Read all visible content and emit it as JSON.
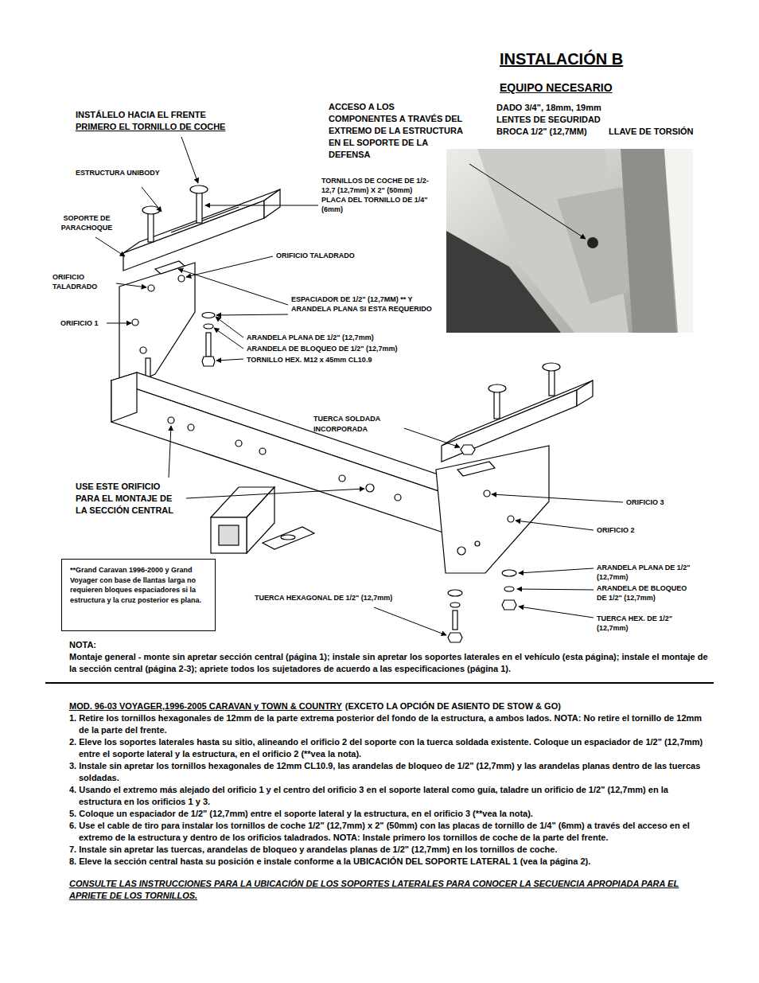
{
  "diagram": {
    "title": "INSTALACIÓN B",
    "nodes": [
      {
        "text": [
          "**Grand Caravan 1996-2000 y Grand Voyager con base de llantas larga no requieren bloques espaciadores si la estructura y la cruz posterior es plana."
        ]
      }
    ],
    "labels": [
      "EQUIPO NECESARIO",
      "DADO 3/4\", 18mm, 19mm",
      "LENTES DE SEGURIDAD",
      "BROCA 1/2\" (12,7MM)",
      "LLAVE DE TORSIÓN",
      "INSTÁLELO HACIA EL FRENTE",
      "PRIMERO EL TORNILLO DE COCHE",
      "ESTRUCTURA UNIBODY",
      "SOPORTE DE PARACHOQUE",
      "ORIFICIO TALADRADO",
      "ORIFICIO 1",
      "ACCESO A LOS COMPONENTES A TRAVÉS DEL EXTREMO DE LA ESTRUCTURA EN EL SOPORTE DE LA DEFENSA",
      "TORNILLOS DE COCHE DE 1/2-12,7 (12,7mm) X 2\" (50mm) PLACA DEL TORNILLO DE 1/4\" (6mm)",
      "ORIFICIO TALADRADO",
      "ESPACIADOR DE 1/2\" (12,7MM) ** Y ARANDELA PLANA SI ESTA REQUERIDO",
      "ARANDELA PLANA DE 1/2\" (12,7mm)",
      "ARANDELA DE BLOQUEO DE 1/2\" (12,7mm)",
      "TORNILLO HEX. M12 x 45mm CL10.9",
      "TUERCA SOLDADA INCORPORADA",
      "USE ESTE ORIFICIO PARA EL MONTAJE DE LA SECCIÓN CENTRAL",
      "ORIFICIO 3",
      "ORIFICIO 2",
      "ARANDELA PLANA DE 1/2\" (12,7mm)",
      "ARANDELA DE BLOQUEO DE 1/2\" (12,7mm)",
      "TUERCA HEX. DE 1/2\" (12,7mm)",
      "TUERCA HEXAGONAL DE 1/2\" (12,7mm)",
      "NOTA:",
      "Montaje general - monte sin apretar sección central (página 1); instale sin apretar los soportes laterales en el vehículo (esta página); instale el montaje de la sección central (página 2-3); apriete todos los sujetadores de acuerdo a las especificaciones (página 1).",
      "MOD. 96-03 VOYAGER,1996-2005 CARAVAN y TOWN & COUNTRY",
      "(EXCETO LA OPCIÓN DE ASIENTO DE STOW & GO)",
      "1. Retire los tornillos hexagonales de 12mm de la parte extrema posterior del fondo de la estructura, a ambos lados. NOTA: No retire el tornillo de 12mm de la parte del frente.",
      "2. Eleve los soportes laterales hasta su sitio, alineando el orificio 2 del soporte con la tuerca soldada existente. Coloque un espaciador de 1/2\" (12,7mm) entre el soporte lateral y la estructura, en el orificio 2 (**vea la nota).",
      "3. Instale sin apretar los tornillos hexagonales de 12mm CL10.9, las arandelas de bloqueo de 1/2\" (12,7mm) y las arandelas planas dentro de las tuercas soldadas.",
      "4. Usando el extremo más alejado del orificio 1 y el centro del orificio 3 en el soporte lateral como guía, taladre un orificio de 1/2\" (12,7mm) en la estructura en los orificios 1 y 3.",
      "5. Coloque un espaciador de 1/2\" (12,7mm) entre el soporte lateral y la estructura, en el orificio 3 (**vea la nota).",
      "6. Use el cable de tiro para instalar los tornillos de coche 1/2\" (12,7mm) x 2\" (50mm) con las placas de tornillo de 1/4\" (6mm) a través del acceso en el extremo de la estructura y dentro de los orificios taladrados. NOTA: Instale primero los tornillos de coche de la parte del frente.",
      "7. Instale sin apretar las tuercas, arandelas de bloqueo y arandelas planas de 1/2\" (12,7mm) en los tornillos de coche.",
      "8. Eleve la sección central hasta su posición e instale conforme a la UBICACIÓN DEL SOPORTE LATERAL 1 (vea la página 2).",
      "CONSULTE LAS INSTRUCCIONES PARA LA UBICACIÓN DE LOS SOPORTES LATERALES PARA CONOCER LA SECUENCIA APROPIADA PARA EL APRIETE DE LOS TORNILLOS."
    ]
  }
}
